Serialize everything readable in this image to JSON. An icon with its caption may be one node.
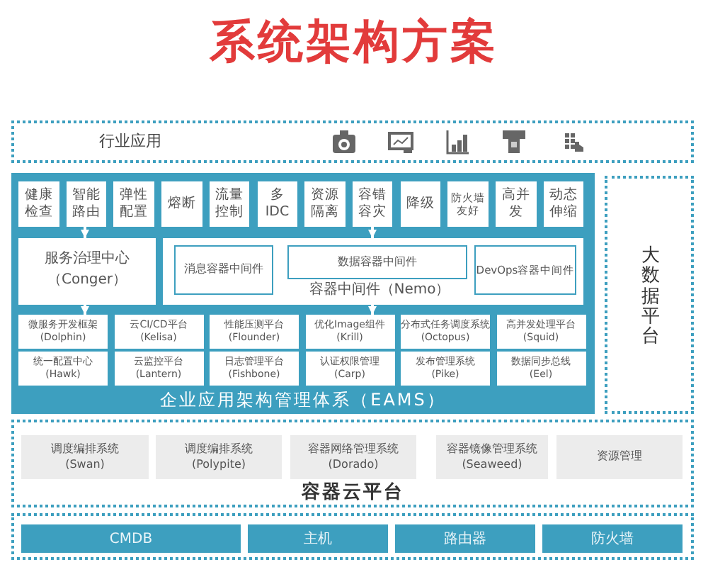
{
  "diagram": {
    "title": "系统架构方案",
    "nodes": [
      {
        "text": [
          "行业应用"
        ]
      },
      {
        "text": [
          "企业应用架构管理体系（EAMS）"
        ]
      },
      {
        "text": [
          "健康检查"
        ],
        "in": 1
      },
      {
        "text": [
          "智能路由"
        ],
        "in": 1
      },
      {
        "text": [
          "弹性配置"
        ],
        "in": 1
      },
      {
        "text": [
          "熔断"
        ],
        "in": 1
      },
      {
        "text": [
          "流量控制"
        ],
        "in": 1
      },
      {
        "text": [
          "多IDC"
        ],
        "in": 1
      },
      {
        "text": [
          "资源隔离"
        ],
        "in": 1
      },
      {
        "text": [
          "容错容灾"
        ],
        "in": 1
      },
      {
        "text": [
          "降级"
        ],
        "in": 1
      },
      {
        "text": [
          "防火墙友好"
        ],
        "in": 1
      },
      {
        "text": [
          "高并发"
        ],
        "in": 1
      },
      {
        "text": [
          "动态伸缩"
        ],
        "in": 1
      },
      {
        "text": [
          "服务治理中心",
          "（Conger）"
        ],
        "in": 1
      },
      {
        "text": [
          "容器中间件（Nemo）"
        ],
        "in": 1
      },
      {
        "text": [
          "消息容器中间件"
        ],
        "in": 15
      },
      {
        "text": [
          "数据容器中间件"
        ],
        "in": 15
      },
      {
        "text": [
          "DevOps容器中间件"
        ],
        "in": 15
      },
      {
        "text": [
          "微服务开发框架",
          "(Dolphin)"
        ],
        "in": 1
      },
      {
        "text": [
          "云CI/CD平台",
          "(Kelisa)"
        ],
        "in": 1
      },
      {
        "text": [
          "性能压测平台",
          "(Flounder)"
        ],
        "in": 1
      },
      {
        "text": [
          "优化Image组件",
          "(Krill)"
        ],
        "in": 1
      },
      {
        "text": [
          "分布式任务调度系统",
          "(Octopus)"
        ],
        "in": 1
      },
      {
        "text": [
          "高并发处理平台",
          "(Squid)"
        ],
        "in": 1
      },
      {
        "text": [
          "统一配置中心",
          "(Hawk)"
        ],
        "in": 1
      },
      {
        "text": [
          "云监控平台",
          "(Lantern)"
        ],
        "in": 1
      },
      {
        "text": [
          "日志管理平台",
          "(Fishbone)"
        ],
        "in": 1
      },
      {
        "text": [
          "认证权限管理",
          "(Carp)"
        ],
        "in": 1
      },
      {
        "text": [
          "发布管理系统",
          "(Pike)"
        ],
        "in": 1
      },
      {
        "text": [
          "数据同步总线",
          "(Eel)"
        ],
        "in": 1
      },
      {
        "text": [
          "大数据平台"
        ]
      },
      {
        "text": [
          "容器云平台"
        ]
      },
      {
        "text": [
          "调度编排系统",
          "(Swan)"
        ],
        "in": 32
      },
      {
        "text": [
          "调度编排系统",
          "(Polypite)"
        ],
        "in": 32
      },
      {
        "text": [
          "容器网络管理系统",
          "(Dorado)"
        ],
        "in": 32
      },
      {
        "text": [
          "容器镜像管理系统",
          "(Seaweed)"
        ],
        "in": 32
      },
      {
        "text": [
          "资源管理"
        ],
        "in": 32
      },
      {
        "text": [],
        "shape": "box"
      },
      {
        "text": [
          "CMDB"
        ],
        "in": 38
      },
      {
        "text": [
          "主机"
        ],
        "in": 38
      },
      {
        "text": [
          "路由器"
        ],
        "in": 38
      },
      {
        "text": [
          "防火墙"
        ],
        "in": 38
      }
    ],
    "edges": [
      {
        "from": 3,
        "to": 14,
        "arrow": "to"
      },
      {
        "from": 9,
        "to": 15,
        "arrow": "to"
      },
      {
        "from": 14,
        "to": 19,
        "arrow": "to"
      },
      {
        "from": 15,
        "to": 22,
        "arrow": "to"
      }
    ]
  }
}
